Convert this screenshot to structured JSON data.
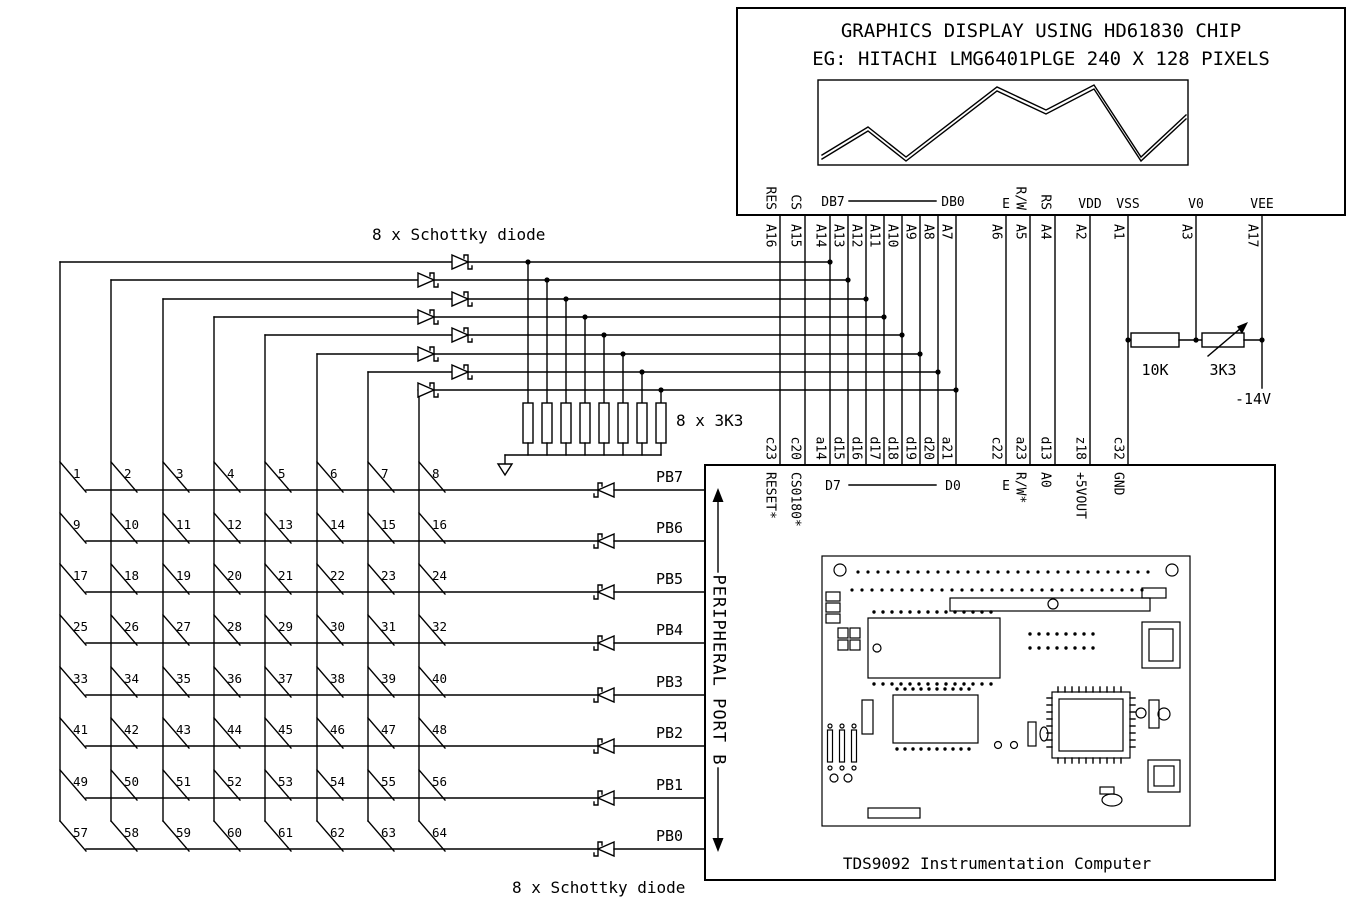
{
  "display": {
    "title_line1": "GRAPHICS DISPLAY USING HD61830 CHIP",
    "title_line2": "EG: HITACHI LMG6401PLGE 240 X 128 PIXELS"
  },
  "bus": {
    "display_left": "DB7",
    "display_right": "DB0",
    "computer_left": "D7",
    "computer_right": "D0"
  },
  "connections": [
    {
      "display_pin": "RES",
      "wire": "A16",
      "pin": "c23",
      "port": "RESET*"
    },
    {
      "display_pin": "CS",
      "wire": "A15",
      "pin": "c20",
      "port": "CS0180*"
    },
    {
      "wire": "A14",
      "pin": "a14"
    },
    {
      "wire": "A13",
      "pin": "d15"
    },
    {
      "wire": "A12",
      "pin": "d16"
    },
    {
      "wire": "A11",
      "pin": "d17"
    },
    {
      "wire": "A10",
      "pin": "d18"
    },
    {
      "wire": "A9",
      "pin": "d19"
    },
    {
      "wire": "A8",
      "pin": "d20"
    },
    {
      "wire": "A7",
      "pin": "a21"
    },
    {
      "display_pin": "E",
      "wire": "A6",
      "pin": "c22",
      "port": "E"
    },
    {
      "display_pin": "R/W",
      "wire": "A5",
      "pin": "a23",
      "port": "R/W*"
    },
    {
      "display_pin": "RS",
      "wire": "A4",
      "pin": "d13",
      "port": "A0"
    },
    {
      "display_pin": "VDD",
      "wire": "A2",
      "pin": "z18",
      "port": "+5VOUT"
    },
    {
      "display_pin": "VSS",
      "wire": "A1",
      "pin": "c32",
      "port": "GND"
    },
    {
      "display_pin": "V0",
      "wire": "A3"
    },
    {
      "display_pin": "VEE",
      "wire": "A17"
    }
  ],
  "annotations": {
    "schottky_top": "8 x Schottky diode",
    "schottky_bottom": "8 x Schottky diode",
    "pullup_bank": "8 x 3K3",
    "resistor_10k": "10K",
    "pot_3k3": "3K3",
    "neg_supply": "-14V"
  },
  "computer": {
    "title": "TDS9092 Instrumentation Computer",
    "port_b_label": "PERIPHERAL PORT B"
  },
  "keyboard": {
    "port_labels": [
      "PB7",
      "PB6",
      "PB5",
      "PB4",
      "PB3",
      "PB2",
      "PB1",
      "PB0"
    ],
    "switches": [
      "1",
      "2",
      "3",
      "4",
      "5",
      "6",
      "7",
      "8",
      "9",
      "10",
      "11",
      "12",
      "13",
      "14",
      "15",
      "16",
      "17",
      "18",
      "19",
      "20",
      "21",
      "22",
      "23",
      "24",
      "25",
      "26",
      "27",
      "28",
      "29",
      "30",
      "31",
      "32",
      "33",
      "34",
      "35",
      "36",
      "37",
      "38",
      "39",
      "40",
      "41",
      "42",
      "43",
      "44",
      "45",
      "46",
      "47",
      "48",
      "49",
      "50",
      "51",
      "52",
      "53",
      "54",
      "55",
      "56",
      "57",
      "58",
      "59",
      "60",
      "61",
      "62",
      "63",
      "64"
    ]
  }
}
